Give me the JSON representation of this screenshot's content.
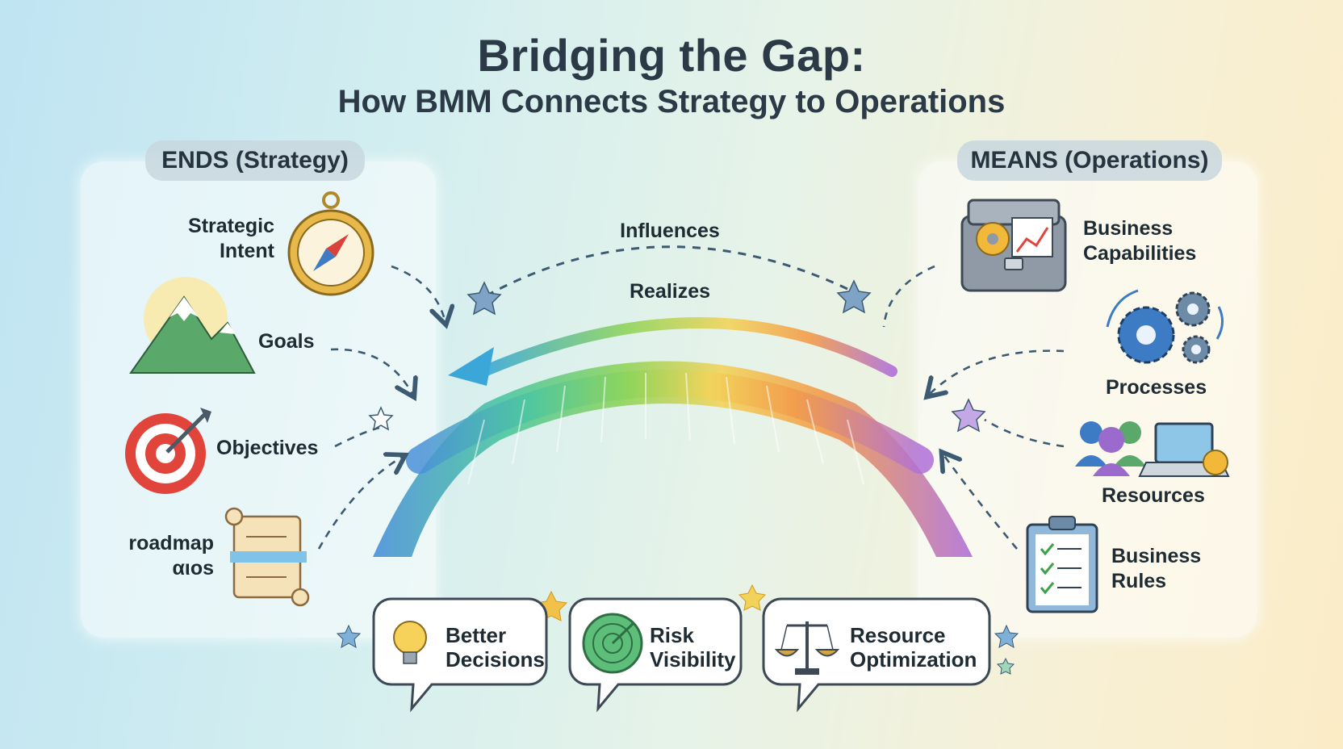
{
  "title": "Bridging the Gap:",
  "subtitle": "How BMM Connects Strategy to Operations",
  "ends": {
    "heading": "ENDS (Strategy)",
    "items": [
      "Strategic Intent",
      "Goals",
      "Objectives",
      "roadmap αιοs"
    ]
  },
  "means": {
    "heading": "MEANS (Operations)",
    "items": [
      "Business Capabilities",
      "Processes",
      "Resources",
      "Business Rules"
    ]
  },
  "flows": {
    "top": "Influences",
    "middle": "Realizes"
  },
  "outcomes": [
    "Better Decisions",
    "Risk Visibility",
    "Resource Optimization"
  ],
  "icons": {
    "ends": [
      "compass-icon",
      "mountain-icon",
      "target-icon",
      "scroll-icon"
    ],
    "means": [
      "toolbox-icon",
      "gears-icon",
      "people-laptop-icon",
      "clipboard-icon"
    ],
    "outcomes": [
      "lightbulb-icon",
      "radar-icon",
      "scale-icon"
    ]
  },
  "colors": {
    "title": "#2b3a46",
    "arrow": "#3d5a73",
    "bridge": [
      "#4a90d9",
      "#4cc6a0",
      "#8fd45a",
      "#f2d35a",
      "#f29a4a",
      "#b070d8"
    ]
  }
}
